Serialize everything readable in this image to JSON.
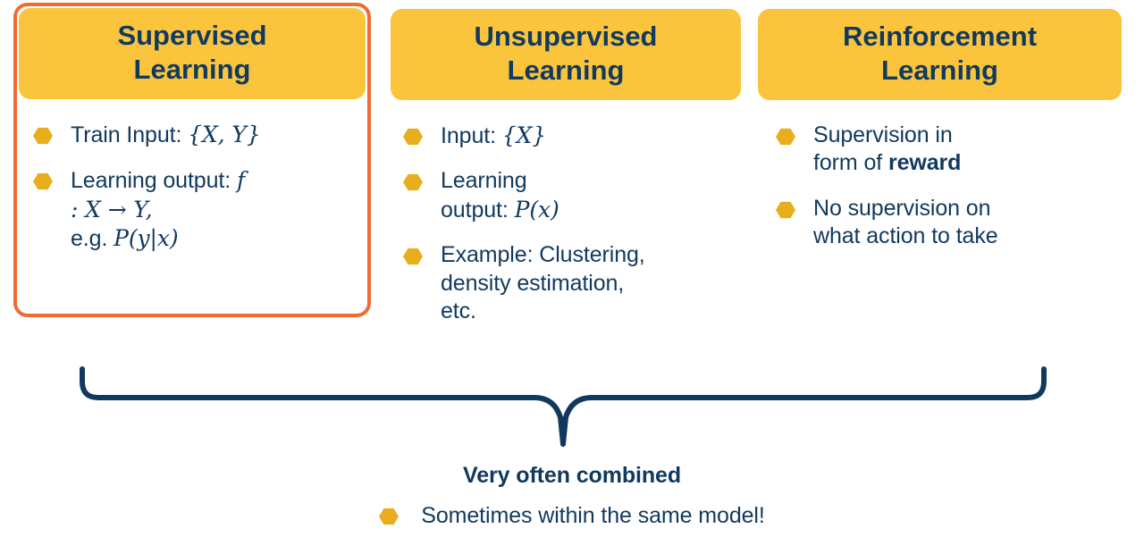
{
  "colors": {
    "header_fill": "#FAC53D",
    "highlight_border": "#EE6C33",
    "text_navy": "#11395E",
    "bullet_gold": "#E9AE1E",
    "brace_navy": "#11395E",
    "background": "#FFFFFF"
  },
  "columns": [
    {
      "id": "supervised-learning",
      "title": "Supervised Learning",
      "highlighted": true,
      "bullets": [
        {
          "id": "train-input",
          "parts": [
            {
              "type": "text",
              "value": "Train Input: "
            },
            {
              "type": "math",
              "value": "{X, Y}"
            }
          ],
          "plain": "Train Input: {X, Y}"
        },
        {
          "id": "learning-output",
          "parts": [
            {
              "type": "text",
              "value": "Learning output: "
            },
            {
              "type": "math",
              "value": "f"
            },
            {
              "type": "math",
              "value": ": X → Y,"
            },
            {
              "type": "text",
              "value": "e.g. "
            },
            {
              "type": "math",
              "value": "P(y|x)"
            }
          ],
          "plain": "Learning output: f : X → Y, e.g. P(y|x)"
        }
      ]
    },
    {
      "id": "unsupervised-learning",
      "title": "Unsupervised Learning",
      "highlighted": false,
      "bullets": [
        {
          "id": "input",
          "plain": "Input: {X}"
        },
        {
          "id": "learning-output",
          "plain": "Learning output: P(x)"
        },
        {
          "id": "example",
          "plain": "Example: Clustering, density estimation, etc."
        }
      ]
    },
    {
      "id": "reinforcement-learning",
      "title": "Reinforcement Learning",
      "highlighted": false,
      "bullets": [
        {
          "id": "supervision-reward",
          "plain": "Supervision in form of reward",
          "bold_tail": "reward"
        },
        {
          "id": "no-supervision",
          "plain": "No supervision on what action to take"
        }
      ]
    }
  ],
  "footer": {
    "title": "Very often combined",
    "bullet": "Sometimes within the same model!"
  },
  "column_titles": {
    "supervised_line1": "Supervised",
    "supervised_line2": "Learning",
    "unsupervised_line1": "Unsupervised",
    "unsupervised_line2": "Learning",
    "reinforcement_line1": "Reinforcement",
    "reinforcement_line2": "Learning"
  },
  "text_fragments": {
    "c1_b1_label": "Train Input: ",
    "c1_b1_math": "{X, Y}",
    "c1_b2_label": "Learning output: ",
    "c1_b2_f": "f",
    "c1_b2_map": ": X → Y,",
    "c1_b2_eg": "e.g. ",
    "c1_b2_prob": "P(y|x)",
    "c2_b1_label": "Input: ",
    "c2_b1_math": "{X}",
    "c2_b2_label_line1": "Learning",
    "c2_b2_label_line2": "output: ",
    "c2_b2_math": "P(x)",
    "c2_b3_line1": "Example: Clustering,",
    "c2_b3_line2": "density estimation,",
    "c2_b3_line3": "etc.",
    "c3_b1_line1": "Supervision in",
    "c3_b1_line2_pre": "form of ",
    "c3_b1_line2_bold": "reward",
    "c3_b2_line1": "No supervision on",
    "c3_b2_line2": "what action to take"
  }
}
